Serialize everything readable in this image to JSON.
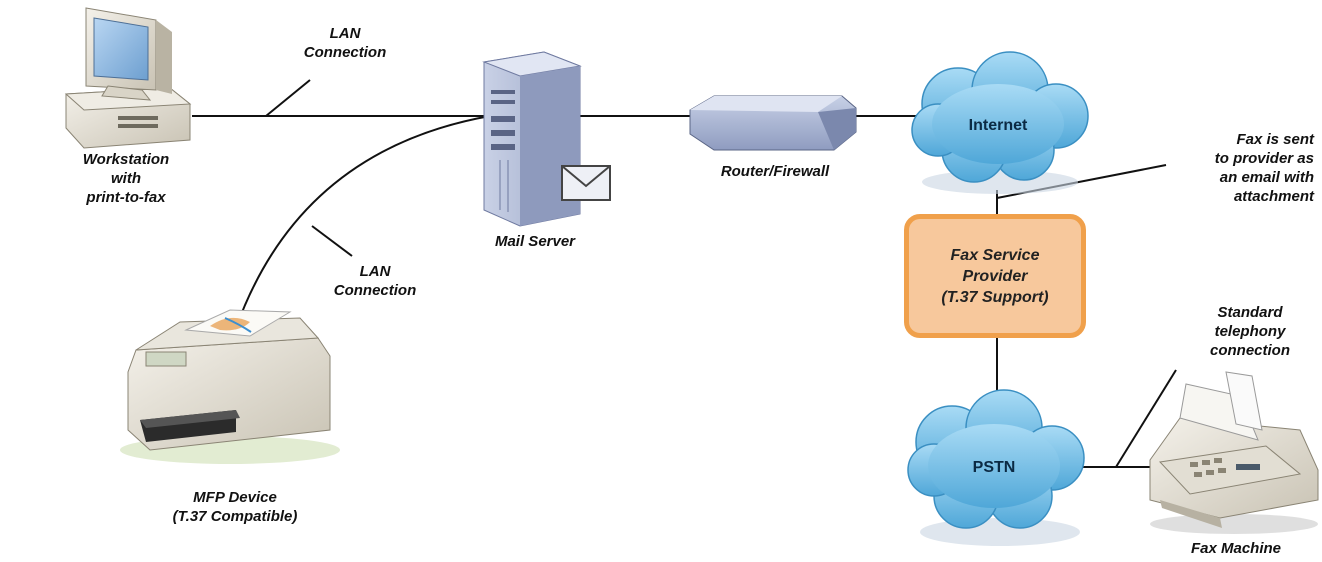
{
  "nodes": {
    "workstation": {
      "label_lines": [
        "Workstation",
        "with",
        "print-to-fax"
      ]
    },
    "mfp": {
      "label_lines": [
        "MFP Device",
        "(T.37 Compatible)"
      ]
    },
    "mail_server": {
      "label": "Mail Server"
    },
    "router": {
      "label": "Router/Firewall"
    },
    "internet": {
      "label": "Internet"
    },
    "pstn": {
      "label": "PSTN"
    },
    "fax_provider": {
      "label_lines": [
        "Fax Service",
        "Provider",
        "(T.37 Support)"
      ]
    },
    "fax_machine": {
      "label": "Fax Machine"
    }
  },
  "connections": {
    "lan_top": {
      "label_lines": [
        "LAN",
        "Connection"
      ]
    },
    "lan_bottom": {
      "label_lines": [
        "LAN",
        "Connection"
      ]
    },
    "email_note": {
      "label_lines": [
        "Fax is sent",
        "to provider as",
        "an email with",
        "attachment"
      ]
    },
    "telephony_note": {
      "label_lines": [
        "Standard",
        "telephony",
        "connection"
      ]
    }
  },
  "colors": {
    "cloud": "#7cc3ea",
    "provider_fill": "#f7c89c",
    "provider_border": "#f0a04b",
    "line": "#111111"
  }
}
